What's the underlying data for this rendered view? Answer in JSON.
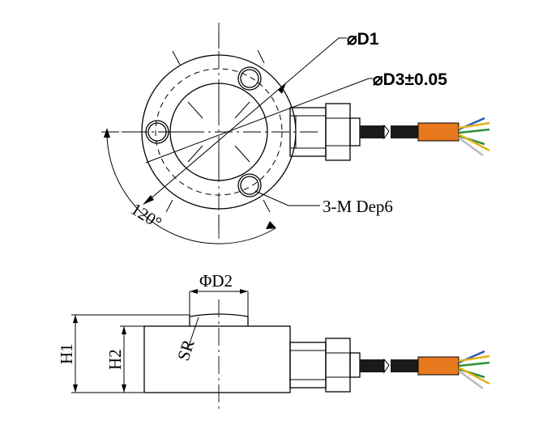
{
  "labels": {
    "d1": "⌀D1",
    "d3": "⌀D3±0.05",
    "holes": "3-M Dep6",
    "angle": "120°",
    "d2": "ΦD2",
    "h1": "H1",
    "h2": "H2",
    "sr": "SR"
  },
  "colors": {
    "line": "#000000",
    "cable": "#1a1a1a",
    "sleeve": "#e8781e",
    "wire_green": "#2f8f3a",
    "wire_yellow": "#e0b21a",
    "wire_blue": "#2a5ab8",
    "wire_white": "#bbbbbb"
  }
}
